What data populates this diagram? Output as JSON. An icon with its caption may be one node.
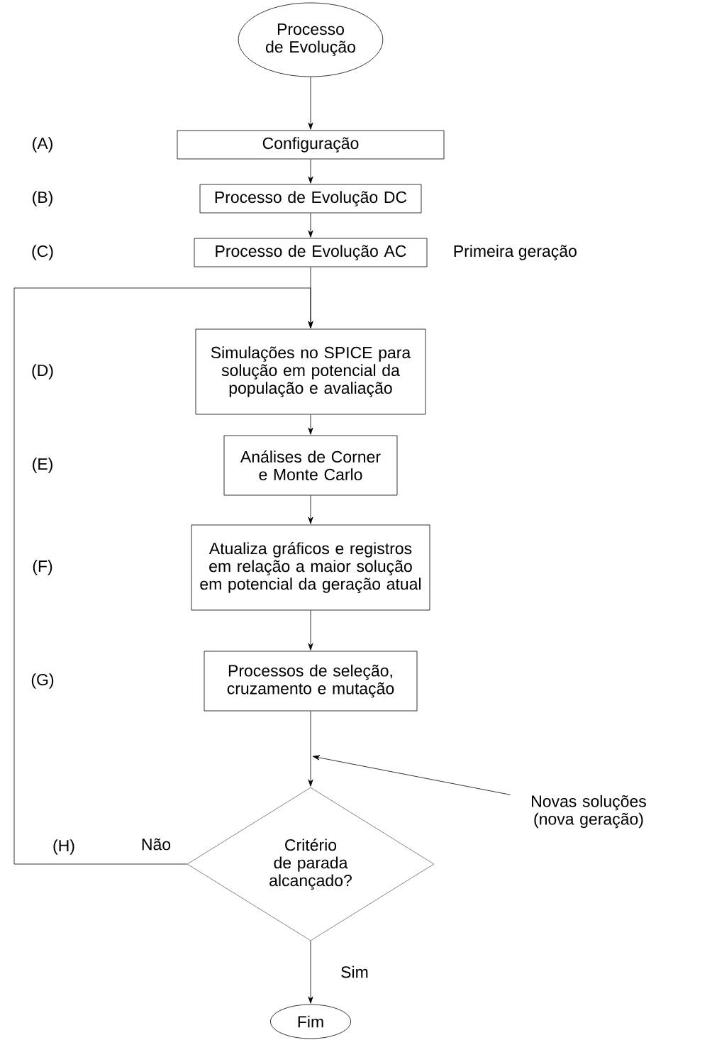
{
  "diagram": {
    "nodes": [
      {
        "text": [
          "Processo de Evolução"
        ]
      },
      {
        "text": [
          "Configuração"
        ]
      },
      {
        "text": [
          "Processo de Evolução DC"
        ]
      },
      {
        "text": [
          "Processo de Evolução AC"
        ],
        "beside": [
          "Primeira geração"
        ]
      },
      {
        "text": [
          "Simulações no SPICE para solução em potencial da população e avaliação"
        ]
      },
      {
        "text": [
          "Análises de Corner e Monte Carlo"
        ]
      },
      {
        "text": [
          "Atualiza gráficos e registros em relação a maior solução em potencial da geração atual"
        ]
      },
      {
        "text": [
          "Processos de seleção, cruzamento e mutação"
        ]
      },
      {
        "text": [
          "Novas soluções (nova geração)"
        ]
      },
      {
        "text": [
          "Critério de parada alcançado?"
        ]
      },
      {
        "text": [
          "Fim"
        ]
      }
    ],
    "edges": [
      {
        "from": 0,
        "to": 1,
        "arrow": "to"
      },
      {
        "from": 1,
        "to": 2,
        "arrow": "to"
      },
      {
        "from": 2,
        "to": 3,
        "arrow": "to"
      },
      {
        "from": 3,
        "to": 4,
        "arrow": "to"
      },
      {
        "from": 4,
        "to": 5,
        "arrow": "to"
      },
      {
        "from": 5,
        "to": 6,
        "arrow": "to"
      },
      {
        "from": 6,
        "to": 7,
        "arrow": "to"
      },
      {
        "from": 7,
        "to": 9,
        "arrow": "to"
      },
      {
        "from": 8,
        "to": 9,
        "arrow": "to"
      },
      {
        "from": 9,
        "to": 4,
        "arrow": "to",
        "label": "Não"
      },
      {
        "from": 9,
        "to": 10,
        "arrow": "to",
        "label": "Sim"
      }
    ],
    "labels": [
      "(A)",
      "(B)",
      "(C)",
      "(D)",
      "(E)",
      "(F)",
      "(G)",
      "(H)"
    ]
  }
}
